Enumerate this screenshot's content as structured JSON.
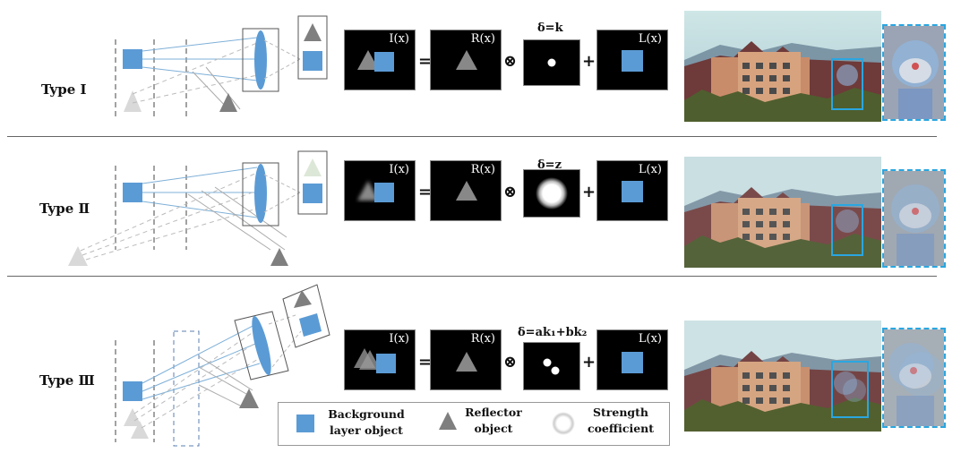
{
  "rows": [
    {
      "type_label": "Type Ⅰ",
      "panel_I": "I(x)",
      "panel_R": "R(x)",
      "panel_L": "L(x)",
      "delta": "δ=k",
      "eq": "=",
      "conv": "⊗",
      "plus": "+"
    },
    {
      "type_label": "Type Ⅱ",
      "panel_I": "I(x)",
      "panel_R": "R(x)",
      "panel_L": "L(x)",
      "delta": "δ=z",
      "eq": "=",
      "conv": "⊗",
      "plus": "+"
    },
    {
      "type_label": "Type Ⅲ",
      "panel_I": "I(x)",
      "panel_R": "R(x)",
      "panel_L": "L(x)",
      "delta": "δ=ak₁+bk₂",
      "eq": "=",
      "conv": "⊗",
      "plus": "+"
    }
  ],
  "legend": {
    "background_line1": "Background",
    "background_line2": "layer object",
    "reflector_line1": "Reflector",
    "reflector_line2": "object",
    "strength_line1": "Strength",
    "strength_line2": "coefficient"
  },
  "colors": {
    "blue": "#5b9bd5",
    "dark_triangle": "#7f7f7f",
    "light_triangle": "#d9d9d9",
    "panel_bg": "#000000"
  }
}
